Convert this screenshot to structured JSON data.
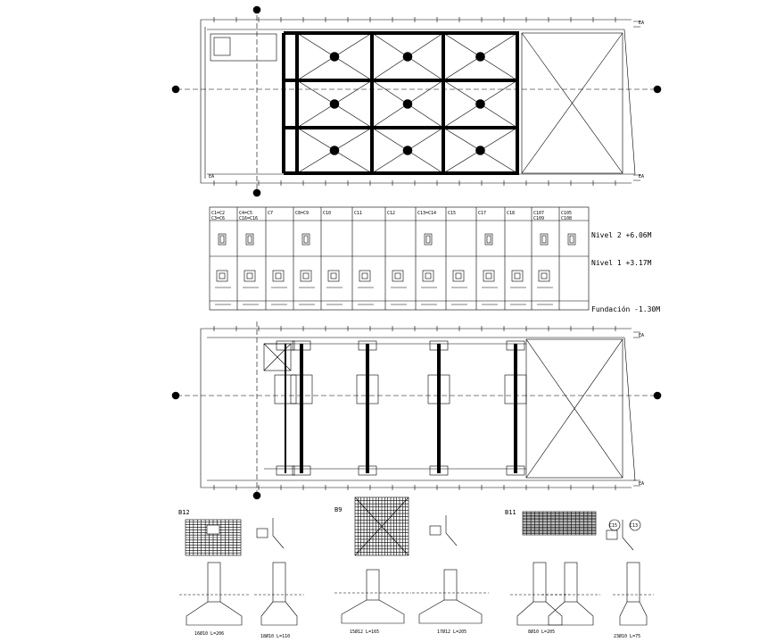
{
  "drawing": {
    "upper_plan": {
      "grid_tag": "EA"
    },
    "column_schedule": {
      "headers": [
        "C1=C2",
        "C4=C5",
        "C7",
        "C8=C9",
        "C10",
        "C11",
        "C12",
        "C13=C14",
        "C15",
        "C17",
        "C18",
        "C107",
        "C105"
      ],
      "subheaders": [
        {
          "col": 0,
          "text": "C3=C6"
        },
        {
          "col": 1,
          "text": "C16=C16"
        },
        {
          "col": 11,
          "text": "C109"
        },
        {
          "col": 12,
          "text": "C108"
        }
      ],
      "levels": [
        {
          "label": "Nivel 2 +6.06M"
        },
        {
          "label": "Nivel 1 +3.17M"
        },
        {
          "label": "Fundación -1.30M"
        }
      ]
    },
    "lower_plan": {
      "grid_tag": "EA"
    },
    "footings": [
      {
        "label": "B12",
        "caption_left": "16Ø10 L=206",
        "caption_right": "18Ø10 L=110"
      },
      {
        "label": "B9",
        "caption_left": "15Ø12 L=165",
        "caption_right": "17Ø12 L=205"
      },
      {
        "label": "B11",
        "caption_left": "8Ø10 L=205",
        "caption_right": "23Ø10 L=75"
      }
    ],
    "footing_column_tags": [
      "C15",
      "C13"
    ]
  }
}
